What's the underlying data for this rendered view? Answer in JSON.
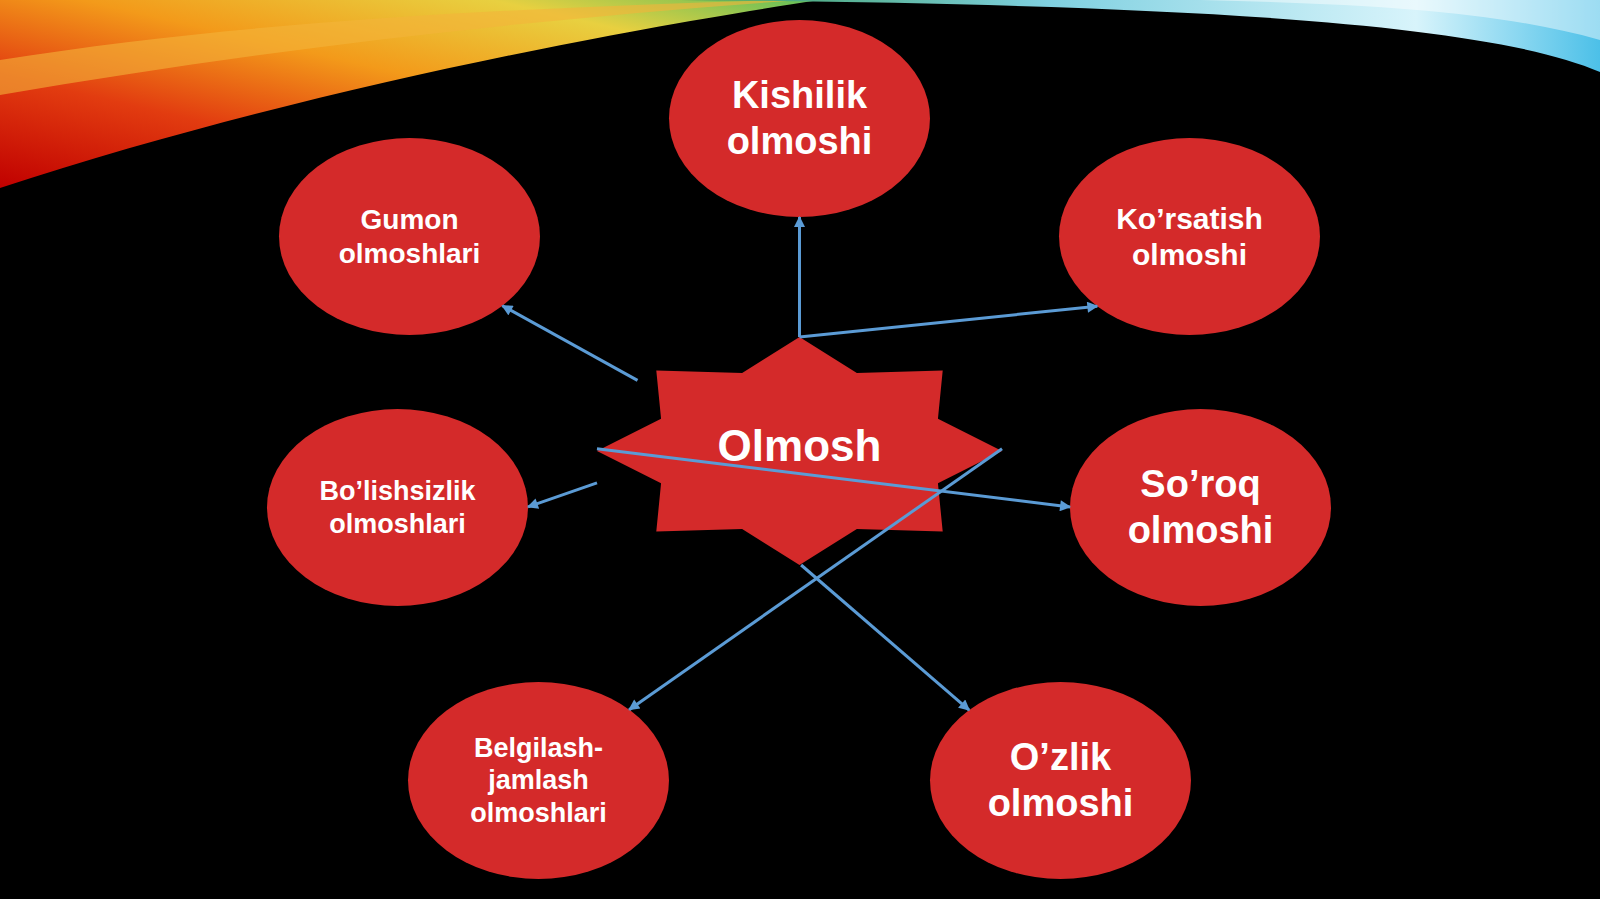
{
  "diagram": {
    "nodes": [
      {
        "text": [
          "Kishilik olmoshi"
        ]
      },
      {
        "text": [
          "Gumon olmoshlari"
        ]
      },
      {
        "text": [
          "Ko’rsatish olmoshi"
        ]
      },
      {
        "text": [
          "Olmosh"
        ]
      },
      {
        "text": [
          "Bo’lishsizlik olmoshlari"
        ]
      },
      {
        "text": [
          "So’roq olmoshi"
        ]
      },
      {
        "text": [
          "Belgilash-jamlash olmoshlari"
        ]
      },
      {
        "text": [
          "O’zlik olmoshi"
        ]
      }
    ],
    "edges": [
      {
        "from": 3,
        "to": 0,
        "arrow": "to"
      },
      {
        "from": 3,
        "to": 1,
        "arrow": "to"
      },
      {
        "from": 3,
        "to": 2,
        "arrow": "to"
      },
      {
        "from": 3,
        "to": 4,
        "arrow": "to"
      },
      {
        "from": 3,
        "to": 5,
        "arrow": "to"
      },
      {
        "from": 3,
        "to": 6,
        "arrow": "to"
      },
      {
        "from": 3,
        "to": 7,
        "arrow": "to"
      }
    ]
  }
}
